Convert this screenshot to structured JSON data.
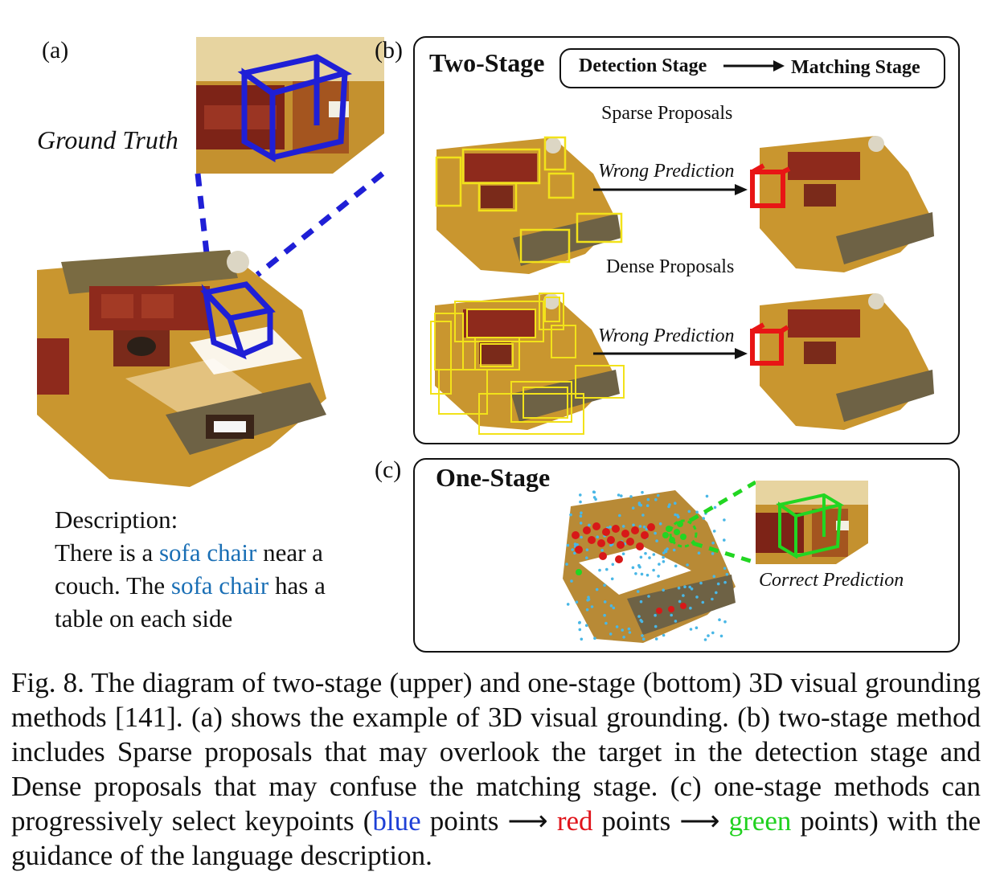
{
  "panel_a": {
    "label": "(a)",
    "ground_truth_label": "Ground Truth",
    "description_heading": "Description:",
    "description_parts": {
      "p1": "There is a ",
      "h1": "sofa chair",
      "p2": " near a",
      "p3": "couch. The ",
      "h2": "sofa chair",
      "p4": " has a",
      "p5": "table on each side"
    }
  },
  "panel_b": {
    "label": "(b)",
    "title": "Two-Stage",
    "detection_stage": "Detection Stage",
    "matching_stage": "Matching Stage",
    "sparse_label": "Sparse Proposals",
    "dense_label": "Dense Proposals",
    "wrong_prediction_1": "Wrong Prediction",
    "wrong_prediction_2": "Wrong Prediction"
  },
  "panel_c": {
    "label": "(c)",
    "title": "One-Stage",
    "correct_prediction": "Correct Prediction"
  },
  "caption": {
    "part1": "Fig. 8.  The diagram of two-stage (upper) and one-stage (bottom) 3D visual grounding methods [141]. (a) shows the example of 3D visual grounding. (b) two-stage method includes Sparse proposals that may overlook the target in the detection stage and Dense proposals that may confuse the matching stage. (c) one-stage methods can progressively select keypoints (",
    "blue": "blue",
    "part2": " points ⟶ ",
    "red": "red",
    "part3": " points ⟶ ",
    "green": "green",
    "part4": " points) with the guidance of the language description."
  },
  "colors": {
    "ground_truth_box": "#1f1fd6",
    "proposal_box": "#f2e21a",
    "wrong_box": "#e81515",
    "correct_box": "#22d622",
    "keypoint_blue": "#49b7e6",
    "keypoint_red": "#d81818",
    "room_floor": "#c9962f",
    "sofa": "#8e2a1c"
  }
}
